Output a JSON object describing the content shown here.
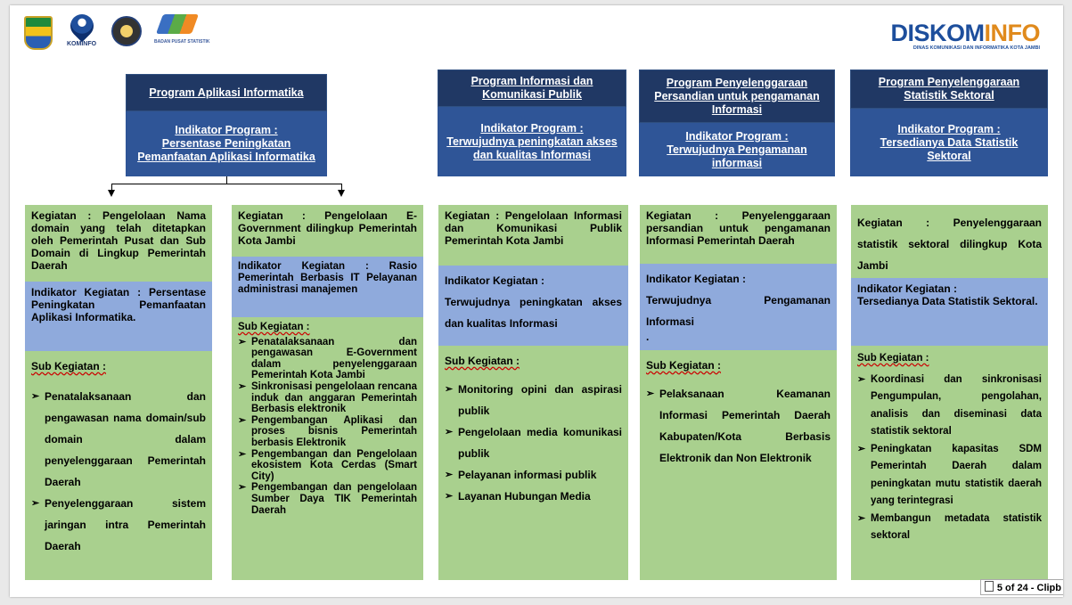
{
  "brand": {
    "part1": "DISKOM",
    "part2": "INFO",
    "subtitle": "DINAS KOMUNIKASI DAN INFORMATIKA KOTA JAMBI"
  },
  "logos": {
    "kominfo_label": "KOMINFO",
    "bps_label": "BADAN PUSAT STATISTIK"
  },
  "programs": [
    {
      "title": "Program Aplikasi Informatika",
      "indicator": "Indikator Program :\nPersentase Peningkatan Pemanfaatan Aplikasi Informatika"
    },
    {
      "title": "Program Informasi dan Komunikasi Publik",
      "indicator": "Indikator Program :\nTerwujudnya peningkatan akses dan kualitas Informasi"
    },
    {
      "title": "Program Penyelenggaraan Persandian untuk pengamanan Informasi",
      "indicator": "Indikator Program :\nTerwujudnya Pengamanan informasi"
    },
    {
      "title": "Program Penyelenggaraan Statistik Sektoral",
      "indicator": "Indikator Program :\nTersedianya Data Statistik Sektoral"
    }
  ],
  "columns": [
    {
      "kegiatan": "Kegiatan : Pengelolaan Nama domain yang telah ditetapkan oleh Pemerintah Pusat dan Sub Domain di Lingkup Pemerintah Daerah",
      "indikator": "Indikator Kegiatan : Persentase Peningkatan Pemanfaatan Aplikasi Informatika.",
      "sub_title": "Sub Kegiatan :",
      "sub_items": [
        "Penatalaksanaan dan pengawasan nama domain/sub domain dalam penyelenggaraan Pemerintah Daerah",
        "Penyelenggaraan sistem jaringan intra Pemerintah Daerah"
      ]
    },
    {
      "kegiatan": "Kegiatan : Pengelolaan E-Government dilingkup Pemerintah Kota Jambi",
      "indikator": "Indikator Kegiatan : Rasio Pemerintah Berbasis IT Pelayanan administrasi manajemen",
      "sub_title": "Sub Kegiatan :",
      "sub_items": [
        "Penatalaksanaan dan pengawasan E-Government dalam penyelenggaraan Pemerintah Kota Jambi",
        "Sinkronisasi pengelolaan rencana induk dan anggaran Pemerintah Berbasis elektronik",
        "Pengembangan Aplikasi dan proses bisnis Pemerintah berbasis Elektronik",
        "Pengembangan dan Pengelolaan ekosistem Kota Cerdas (Smart City)",
        "Pengembangan dan pengelolaan Sumber Daya TIK Pemerintah Daerah"
      ]
    },
    {
      "kegiatan": "Kegiatan : Pengelolaan Informasi dan Komunikasi Publik Pemerintah Kota Jambi",
      "indikator_label": "Indikator Kegiatan :",
      "indikator": "Terwujudnya peningkatan akses dan kualitas Informasi",
      "sub_title": "Sub Kegiatan :",
      "sub_items": [
        "Monitoring opini dan aspirasi publik",
        "Pengelolaan media komunikasi publik",
        "Pelayanan informasi publik",
        "Layanan Hubungan Media"
      ]
    },
    {
      "kegiatan": "Kegiatan : Penyelenggaraan persandian untuk pengamanan Informasi Pemerintah Daerah",
      "indikator_label": "Indikator Kegiatan :",
      "indikator": "Terwujudnya Pengamanan Informasi",
      "indikator_extra": ".",
      "sub_title": "Sub Kegiatan :",
      "sub_items": [
        "Pelaksanaan Keamanan Informasi Pemerintah Daerah Kabupaten/Kota Berbasis Elektronik dan Non Elektronik"
      ]
    },
    {
      "kegiatan": "Kegiatan : Penyelenggaraan statistik sektoral dilingkup Kota Jambi",
      "indikator_label": "Indikator Kegiatan :",
      "indikator": "Tersedianya Data Statistik Sektoral.",
      "sub_title": "Sub Kegiatan :",
      "sub_items": [
        "Koordinasi dan sinkronisasi Pengumpulan, pengolahan, analisis dan diseminasi data statistik sektoral",
        "Peningkatan kapasitas SDM Pemerintah Daerah dalam peningkatan mutu statistik daerah yang terintegrasi",
        "Membangun metadata statistik sektoral"
      ]
    }
  ],
  "status": {
    "page_indicator": "5 of 24 - Clipb"
  },
  "colors": {
    "dark_blue": "#203864",
    "mid_blue": "#2f5597",
    "green": "#a9d08e",
    "light_blue": "#8faadc"
  }
}
